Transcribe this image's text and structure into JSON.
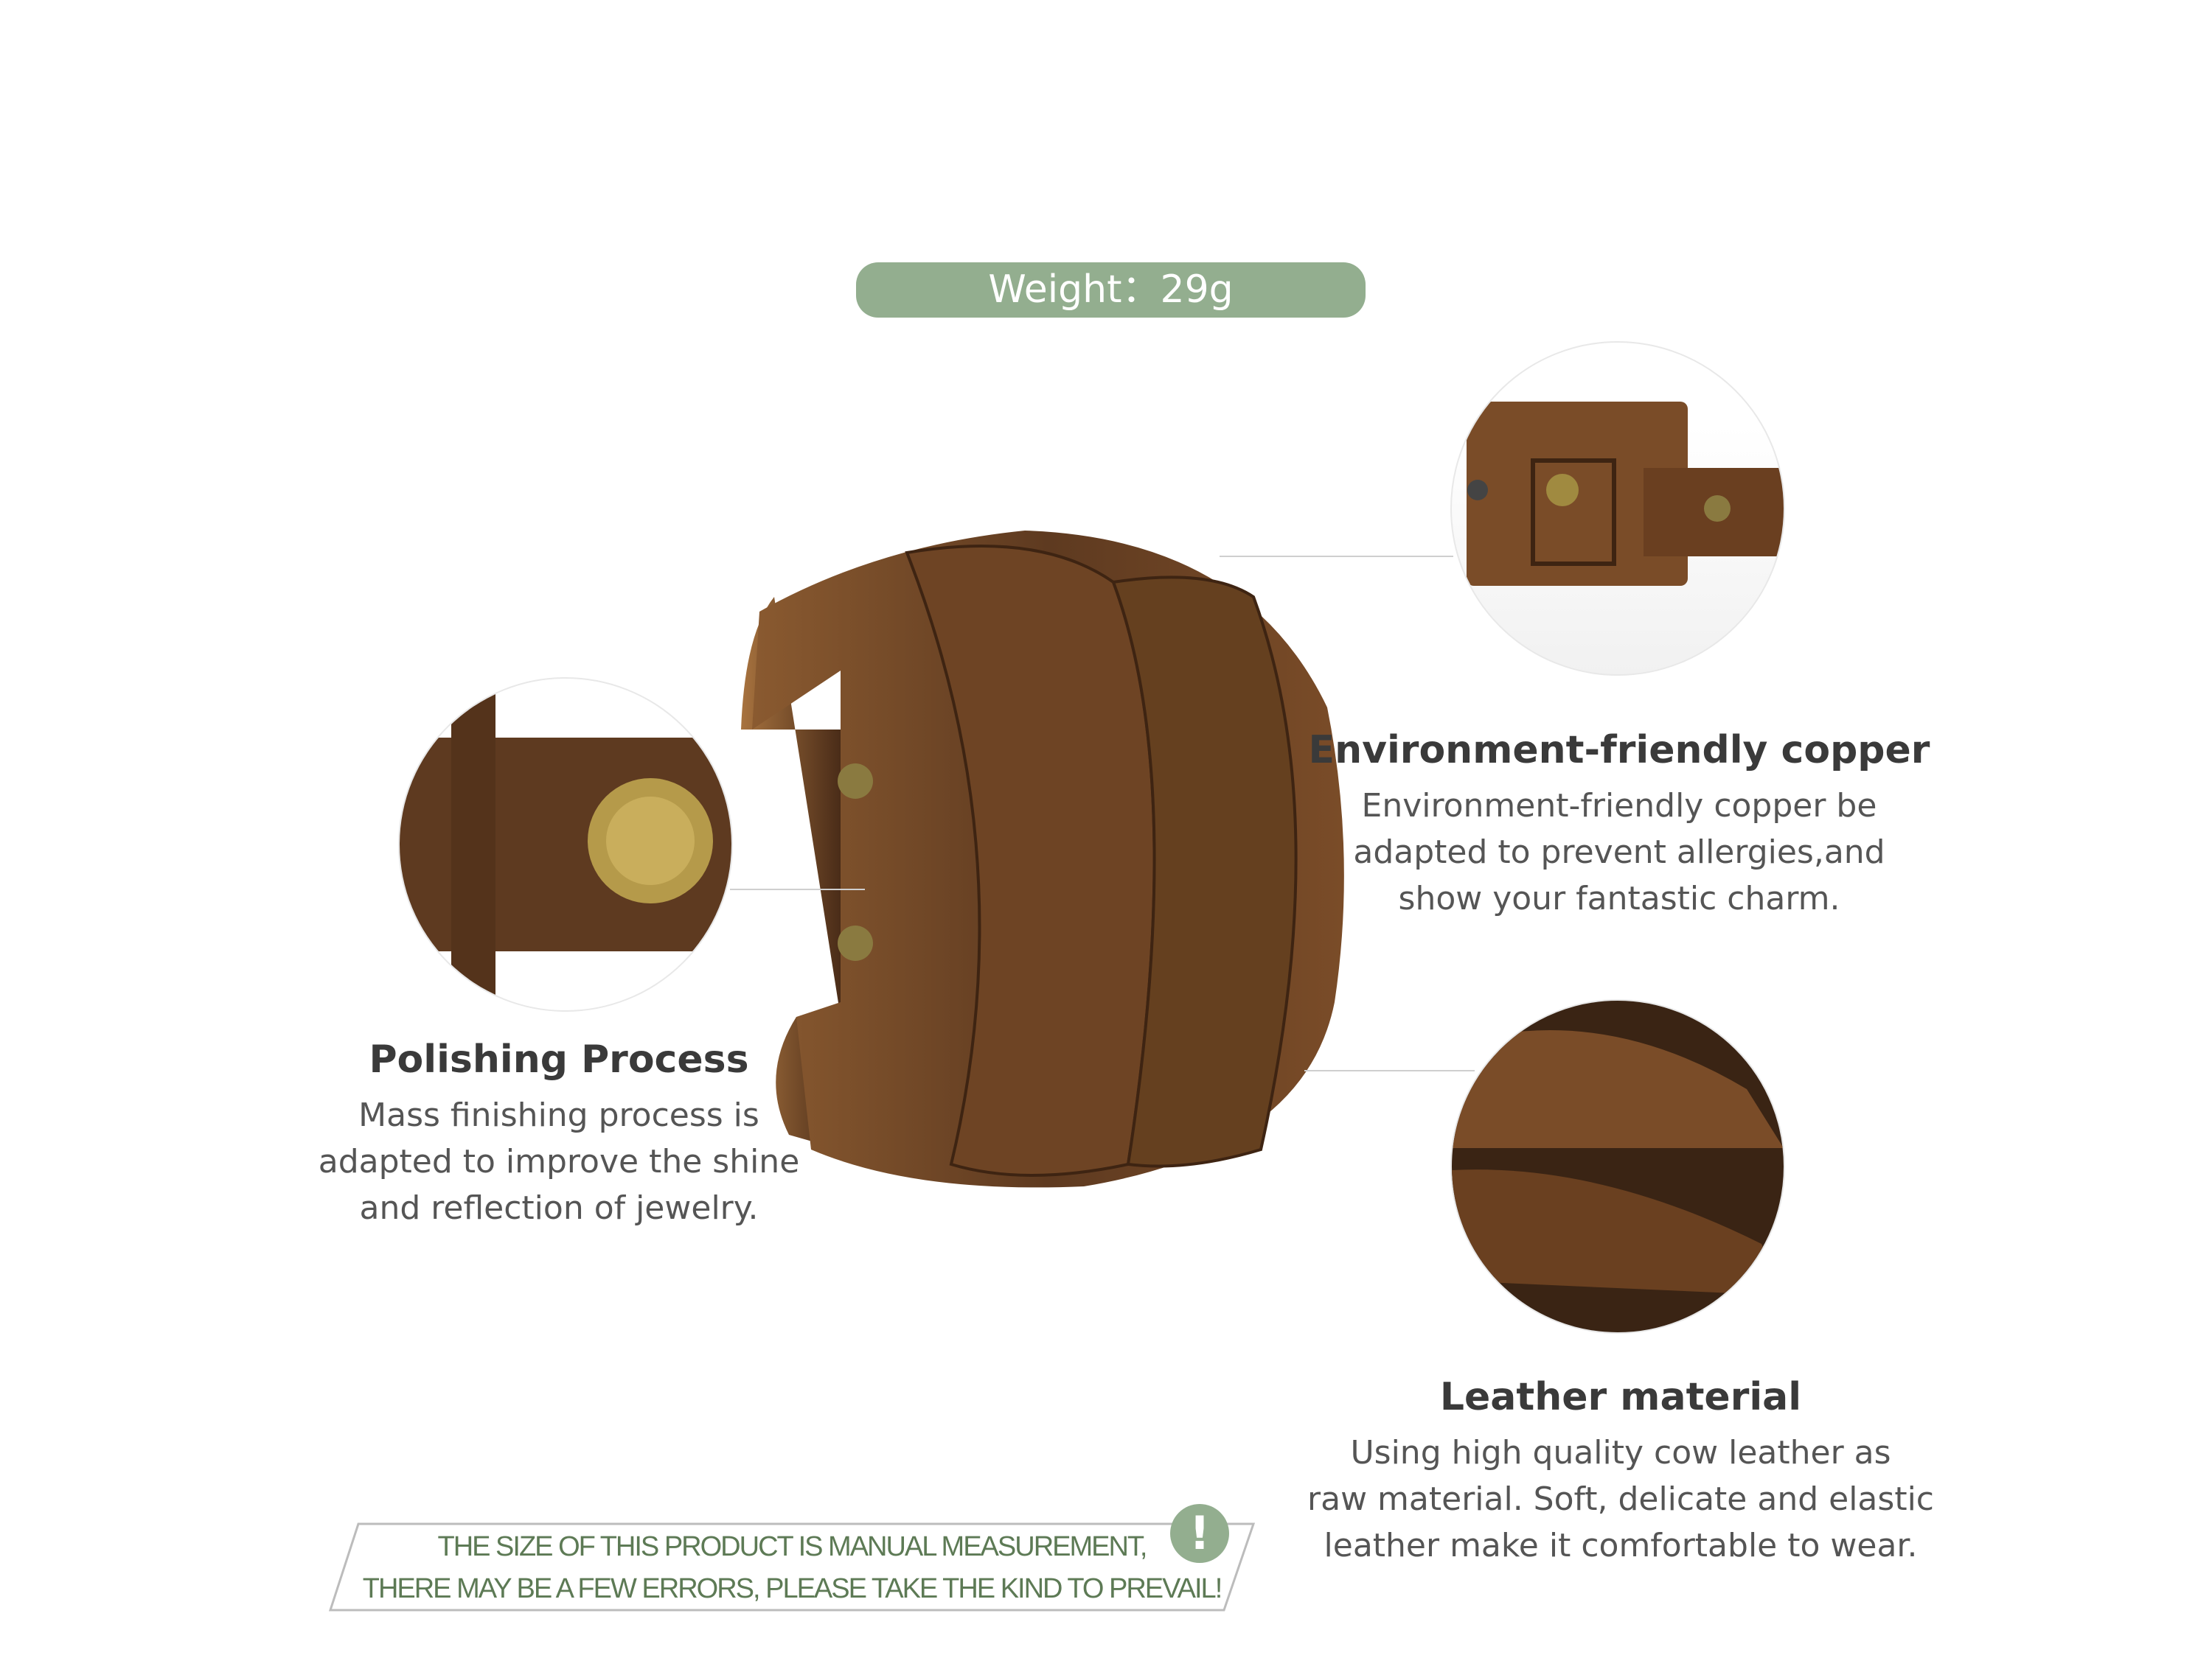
{
  "weight_label": "Weight：29g",
  "features": [
    {
      "title": "Environment-friendly copper",
      "lines": [
        "Environment-friendly copper be",
        "adapted to prevent allergies,and",
        "show your fantastic charm."
      ]
    },
    {
      "title": "Polishing Process",
      "lines": [
        "Mass finishing process is",
        "adapted to improve the shine",
        "and reflection of jewelry."
      ]
    },
    {
      "title": "Leather material",
      "lines": [
        "Using high quality cow leather as",
        "raw material. Soft, delicate and elastic",
        "leather make it comfortable to wear."
      ]
    }
  ],
  "notice": {
    "line1": "THE SIZE OF THIS PRODUCT IS MANUAL MEASUREMENT,",
    "line2": "THERE MAY BE A FEW ERRORS, PLEASE TAKE THE KIND TO PREVAIL!",
    "icon": "!"
  },
  "colors": {
    "accent": "#93ae8f",
    "leather": "#6b4426"
  }
}
